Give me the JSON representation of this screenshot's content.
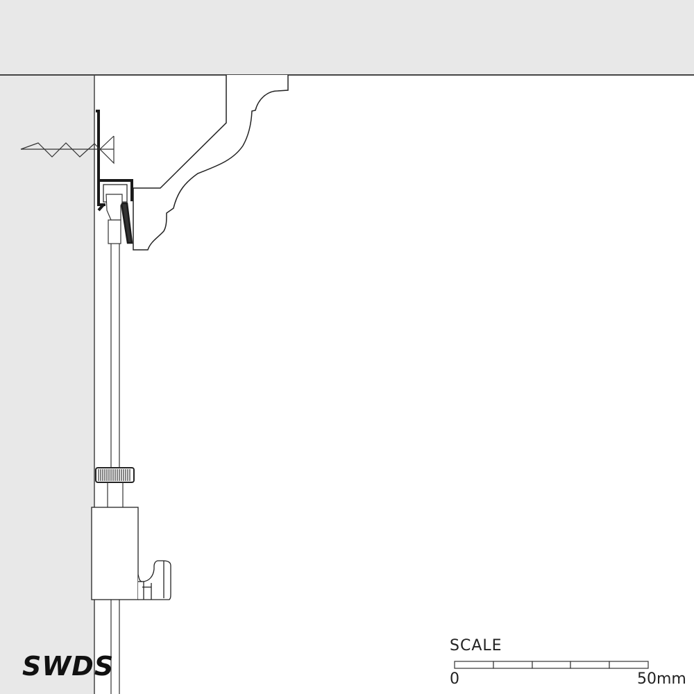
{
  "diagram": {
    "components": [
      "ceiling",
      "wall",
      "cornice-moulding",
      "picture-rail",
      "wall-screw",
      "suspension-wire",
      "adjuster-nut",
      "picture-hook"
    ]
  },
  "scale": {
    "title": "SCALE",
    "min_label": "0",
    "max_label": "50mm",
    "divisions": 5
  },
  "brand": {
    "logo_text": "SWDS"
  },
  "colors": {
    "surface": "#e8e8e8",
    "line": "#333333",
    "rail": "#1a1a1a"
  }
}
